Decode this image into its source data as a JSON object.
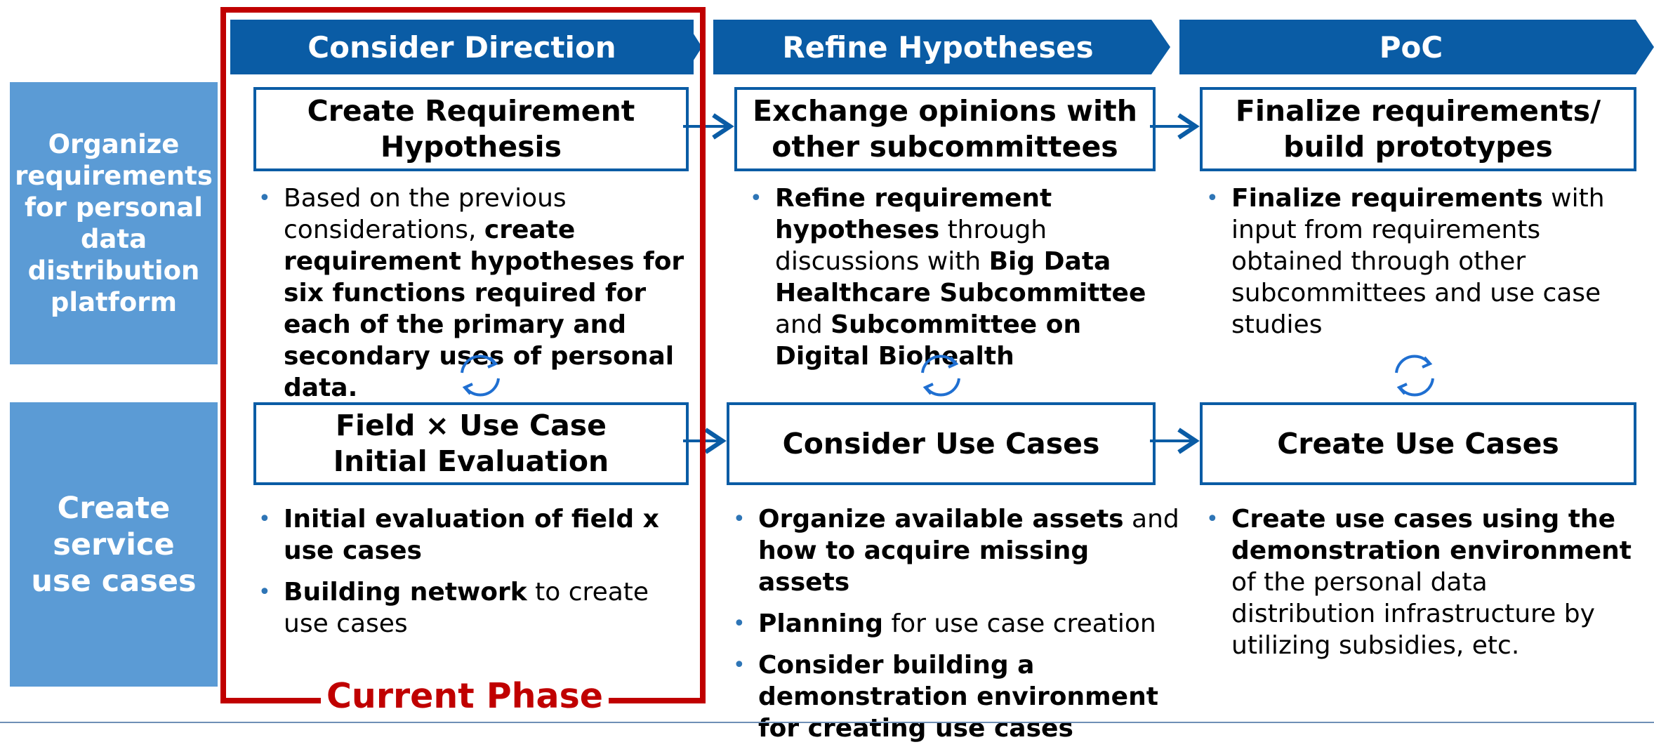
{
  "phases": [
    {
      "label": "Consider Direction"
    },
    {
      "label": "Refine Hypotheses"
    },
    {
      "label": "PoC"
    }
  ],
  "rows": [
    {
      "label": "Organize requirements for personal data distribution platform"
    },
    {
      "label": "Create service use cases"
    }
  ],
  "boxes": {
    "r1c1": "Create Requirement Hypothesis",
    "r1c2": "Exchange opinions with other subcommittees",
    "r1c3": "Finalize requirements/ build prototypes",
    "r2c1": "Field × Use Case Initial Evaluation",
    "r2c2": "Consider Use Cases",
    "r2c3": "Create Use Cases"
  },
  "bullets": {
    "r1c1": [
      [
        {
          "t": "Based on the previous considerations, ",
          "b": false
        },
        {
          "t": "create requirement hypotheses for six functions required for each of the primary and secondary uses of personal data.",
          "b": true
        }
      ]
    ],
    "r1c2": [
      [
        {
          "t": "Refine requirement hypotheses",
          "b": true
        },
        {
          "t": " through discussions with ",
          "b": false
        },
        {
          "t": "Big Data Healthcare Subcommittee",
          "b": true
        },
        {
          "t": " and ",
          "b": false
        },
        {
          "t": "Subcommittee on Digital Biohealth",
          "b": true
        }
      ]
    ],
    "r1c3": [
      [
        {
          "t": "Finalize requirements",
          "b": true
        },
        {
          "t": " with input from requirements obtained through other subcommittees and use case studies",
          "b": false
        }
      ]
    ],
    "r2c1": [
      [
        {
          "t": "Initial evaluation of field x use cases",
          "b": true
        }
      ],
      [
        {
          "t": "Building network",
          "b": true
        },
        {
          "t": " to create use cases",
          "b": false
        }
      ]
    ],
    "r2c2": [
      [
        {
          "t": "Organize available assets",
          "b": true
        },
        {
          "t": " and ",
          "b": false
        },
        {
          "t": "how to acquire missing assets",
          "b": true
        }
      ],
      [
        {
          "t": "Planning",
          "b": true
        },
        {
          "t": " for use case creation",
          "b": false
        }
      ],
      [
        {
          "t": "Consider building a demonstration environment for creating use cases",
          "b": true
        }
      ]
    ],
    "r2c3": [
      [
        {
          "t": "Create use cases using the demonstration environment",
          "b": true
        },
        {
          "t": " of the personal data distribution infrastructure by utilizing subsidies, etc.",
          "b": false
        }
      ]
    ]
  },
  "current_phase_label": "Current Phase",
  "colors": {
    "phase": "#0a5ca5",
    "rowhead": "#5b9bd5",
    "current": "#c00000",
    "bullet": "#2e75b6"
  },
  "icons": [
    "cycle-icon",
    "arrow-right-icon"
  ]
}
